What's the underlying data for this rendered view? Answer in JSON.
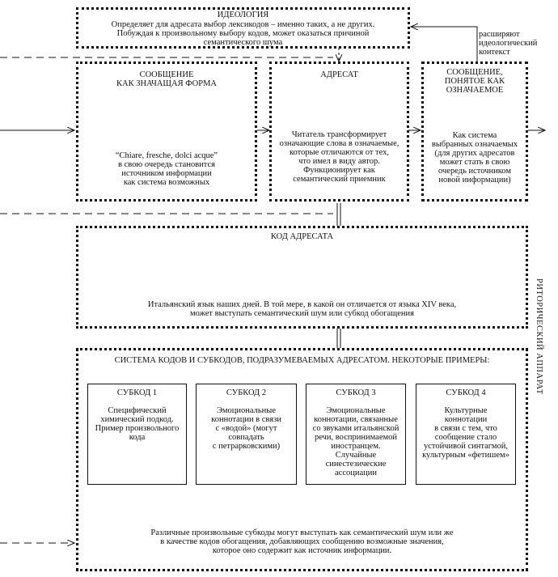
{
  "ideology": {
    "title": "ИДЕОЛОГИЯ",
    "text": "Определяет для адресата выбор лексикодов – именно таких, а не других.\nПобуждая к произвольному выбору кодов, может оказаться причиной\nсемантического шума"
  },
  "side_note": "расширяют\nидеологический\nконтекст",
  "message_form": {
    "title": "СООБЩЕНИЕ\nКАК ЗНАЧАЩАЯ ФОРМА",
    "text": "“Chiare, fresche, dolci acque”\nв свою очередь становится\nисточником информации\nкак система возможных"
  },
  "addressee": {
    "title": "АДРЕСАТ",
    "text": "Читатель трансформирует\nозначающие слова в означаемые,\nкоторые отличаются от тех,\nчто имел в виду автор.\nФункционирует как\nсемантический приемник"
  },
  "message_understood": {
    "title": "СООБЩЕНИЕ,\nПОНЯТОЕ КАК\nОЗНАЧАЕМОЕ",
    "text": "Как система\nвыбранных означаемых\n(для других адресатов\nможет стать в свою\nочередь источником\nновой информации)"
  },
  "code": {
    "title": "КОД АДРЕСАТА",
    "text": "Итальянский язык наших дней. В той мере, в какой он отличается от языка XIV века,\nможет выступать семантический шум или субкод обогащения"
  },
  "rhetoric_label": "РИТОРИЧЕСКИЙ АППАРАТ",
  "system": {
    "title": "СИСТЕМА КОДОВ И СУБКОДОВ, ПОДРАЗУМЕВАЕМЫХ АДРЕСАТОМ. НЕКОТОРЫЕ ПРИМЕРЫ:",
    "subcodes": [
      {
        "title": "СУБКОД 1",
        "text": "Специфический\nхимический подкод.\nПример произвольного\nкода"
      },
      {
        "title": "СУБКОД 2",
        "text": "Эмоциональные\nконнотации в связи\nс «водой» (могут\nсовпадать\nс петрарковскими)"
      },
      {
        "title": "СУБКОД 3",
        "text": "Эмоциональные\nконнотации, связанные\nсо звуками итальянской\nречи, воспринимаемой\nиностранцем.\nСлучайные\nсинестезические\nассоциации"
      },
      {
        "title": "СУБКОД 4",
        "text": "Культурные\nконнотации\nв связи с тем, что\nсообщение стало\nустойчивой синтагмой,\nкультурным «фетишем»"
      }
    ],
    "footer": "Различные произвольные субкоды могут выступать как семантический шум или же\nв качестве кодов обогащения, добавляющих сообщению возможные значения,\nкоторое оно содержит как источник информации."
  }
}
